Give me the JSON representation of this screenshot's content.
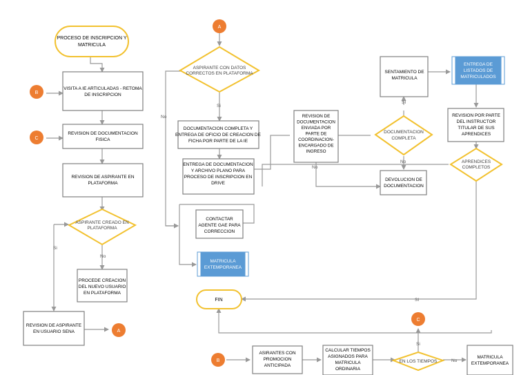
{
  "nodes": {
    "start": [
      "PROCESO DE INSCRIPCION Y",
      "MATRICULA"
    ],
    "visita": [
      "VISITA A IE ARTICULADAS - RETOMA",
      "DE INSCRIPCION"
    ],
    "rev_doc_fisica": [
      "REVISION DE DOCUMENTACION",
      "FISICA"
    ],
    "rev_aspirante_plat": [
      "REVISION DE ASPIRANTE EN",
      "PLATAFORMA"
    ],
    "d_creado": [
      "ASPIRANTE CREADO EN",
      "PLATAFORMA"
    ],
    "crear_usuario": [
      "PROCEDE CREACION",
      "DEL NUEVO USUARIO",
      "EN PLATAFORMA"
    ],
    "rev_sena": [
      "REVISION DE ASPIRANTE",
      "EN USUARIO SENA"
    ],
    "d_datos": [
      "ASPIRANTE CON DATOS",
      "CORRECTOS EN PLATAFORMA"
    ],
    "doc_completa": [
      "DOCUMENTACION COMPLETA Y",
      "ENTREGA DE OFICIO DE CREACION DE",
      "FICHA POR PARTE DE LA IE"
    ],
    "entrega_drive": [
      "ENTREGA DE DOCUMENTACION",
      "Y ARCHIVO PLANO PARA",
      "PROCESO DE INSCRIPCION EN",
      "DRIVE"
    ],
    "contactar": [
      "CONTACTAR",
      "AGENTE GAE PARA",
      "CORRECCION"
    ],
    "extemp_top": [
      "MATRICULA",
      "EXTEMPORANEA"
    ],
    "fin": "FIN",
    "rev_enviada": [
      "REVISION DE",
      "DOCUMENTACION",
      "ENVIADA POR",
      "PARTE DE",
      "COORDINACION-",
      "ENCARGADO DE",
      "INGRESO"
    ],
    "d_doc_completa": [
      "DOCUMENTACION",
      "COMPLETA"
    ],
    "devolucion": [
      "DEVOLUCION DE",
      "DOCUMENTACION"
    ],
    "sentamiento": [
      "SENTAMIENTO DE",
      "MATRICULA"
    ],
    "entrega_listados": [
      "ENTREGA DE",
      "LISTADOS DE",
      "MATRICULADOS"
    ],
    "rev_instructor": [
      "REVISION POR PARTE",
      "DEL INSTRUCTOR",
      "TITULAR DE SUS",
      "APRENDICES"
    ],
    "d_aprendices": [
      "APRENDICES",
      "COMPLETOS"
    ],
    "anticipada": [
      "ASIRANTES CON",
      "PROMOCION",
      "ANTICIPADA"
    ],
    "calcular": [
      "CALCULAR TIEMPOS",
      "ASIGNADOS PARA",
      "MATRICULA",
      "ORDINARIA"
    ],
    "d_tiempos": "EN LOS TIEMPOS",
    "extemp_bottom": [
      "MATRICULA",
      "EXTEMPORANEA"
    ]
  },
  "connectors": {
    "a_top": "A",
    "a_left": "A",
    "b_left": "B",
    "b_bottom": "B",
    "c_left": "C",
    "c_bottom": "C"
  },
  "labels": {
    "no_datos": "No",
    "si_datos": "Si",
    "si_creado": "Si",
    "no_creado": "No",
    "si_doc": "SI",
    "no_doc": "No",
    "no_rev": "No",
    "si_aprendices": "SI",
    "si_tiempos": "Si",
    "no_tiempos": "No"
  },
  "colors": {
    "connector": "#ed7d31",
    "decision": "#f2c12e",
    "process_border": "#7f7f7f",
    "highlight": "#5b9bd5"
  }
}
